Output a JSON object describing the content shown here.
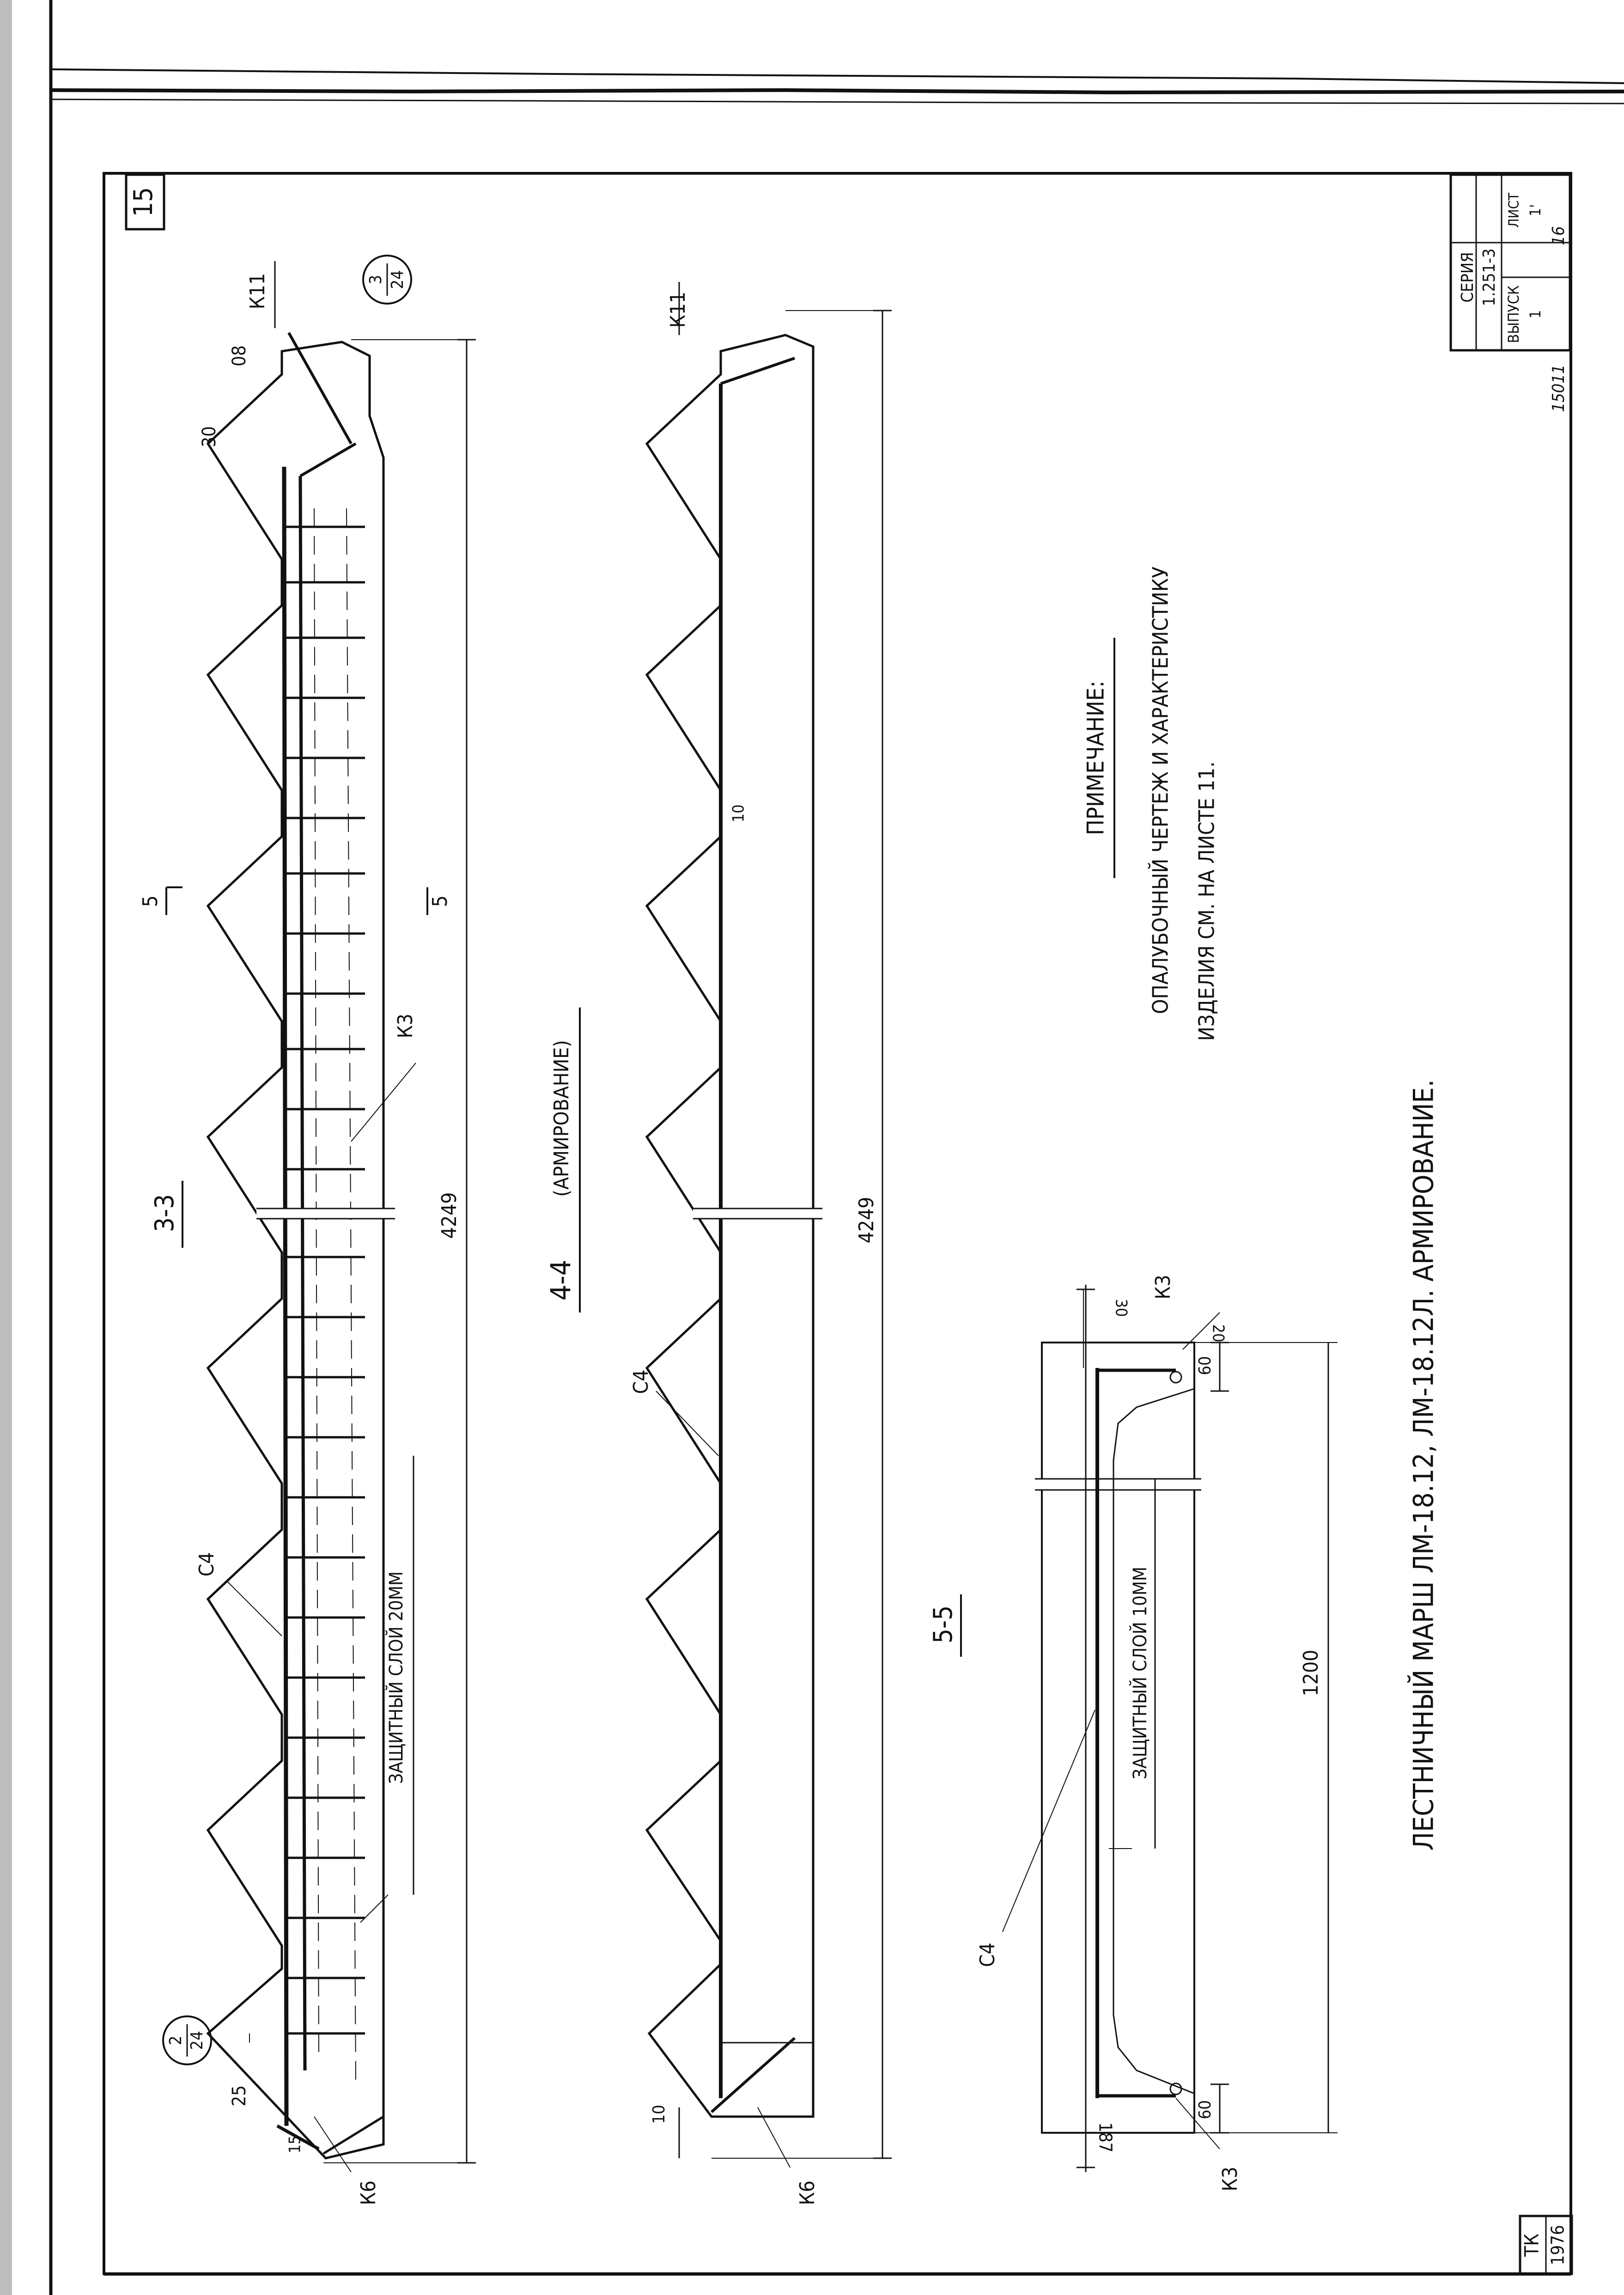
{
  "sheet": {
    "page_number": "15",
    "series_label": "СЕРИЯ",
    "series_value": "1.251-3",
    "issue_label": "ВЫПУСК",
    "issue_value": "1",
    "list_label": "ЛИСТ",
    "list_value": "1'",
    "archive_number": "15011",
    "archive_suffix": "16",
    "org": "ТК",
    "year": "1976"
  },
  "title": "ЛЕСТНИЧНЫЙ МАРШ ЛМ-18.12, ЛМ-18.12Л. АРМИРОВАНИЕ.",
  "note": {
    "heading": "ПРИМЕЧАНИЕ:",
    "line1": "ОПАЛУБОЧНЫЙ ЧЕРТЕЖ И ХАРАКТЕРИСТИКУ",
    "line2": "ИЗДЕЛИЯ СМ. НА ЛИСТЕ 11."
  },
  "section33": {
    "title": "3-3",
    "length": "4249",
    "cover_note": "ЗАЩИТНЫЙ СЛОЙ 20ММ",
    "labels": {
      "k11": "К11",
      "k3": "К3",
      "c4": "С4",
      "k6": "К6"
    },
    "cut_mark": "5",
    "dims": {
      "d80": "08",
      "d30": "30",
      "d25": "25",
      "d15": "15"
    },
    "callout_top": {
      "num": "3",
      "den": "24"
    },
    "callout_bottom": {
      "num": "2",
      "den": "24"
    }
  },
  "section44": {
    "title": "4-4",
    "subtitle": "(АРМИРОВАНИЕ)",
    "length": "4249",
    "labels": {
      "k11": "К11",
      "c4": "С4",
      "k6": "К6"
    },
    "dims": {
      "d10": "10",
      "d10b": "10"
    }
  },
  "section55": {
    "title": "5-5",
    "width": "1200",
    "height": "187",
    "cover_note": "ЗАЩИТНЫЙ СЛОЙ 10ММ",
    "labels": {
      "c4": "С4",
      "k3_top": "К3",
      "k3_bottom": "К3"
    },
    "dims": {
      "d30": "30",
      "d20": "20",
      "d60_top": "60",
      "d60_bottom": "60"
    }
  }
}
